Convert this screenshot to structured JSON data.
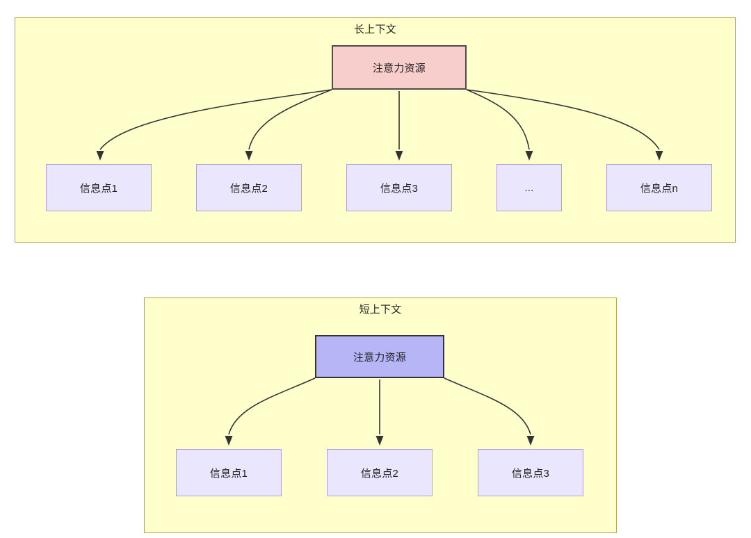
{
  "diagram": {
    "title_long": "长上下文",
    "title_short": "短上下文",
    "colors": {
      "group_fill": "#ffffcc",
      "group_border": "#b5a642",
      "root_pink_fill": "#f8cecc",
      "root_pink_border": "#4c4c4c",
      "root_blue_fill": "#b6b6f7",
      "root_blue_border": "#333333",
      "leaf_fill": "#e9e6fd",
      "leaf_border": "#b39ddb",
      "edge_stroke": "#333333",
      "text": "#1f1f1f"
    },
    "long_context": {
      "group_label": "长上下文",
      "root": {
        "label": "注意力资源"
      },
      "leaves": [
        {
          "label": "信息点1"
        },
        {
          "label": "信息点2"
        },
        {
          "label": "信息点3"
        },
        {
          "label": "..."
        },
        {
          "label": "信息点n"
        }
      ]
    },
    "short_context": {
      "group_label": "短上下文",
      "root": {
        "label": "注意力资源"
      },
      "leaves": [
        {
          "label": "信息点1"
        },
        {
          "label": "信息点2"
        },
        {
          "label": "信息点3"
        }
      ]
    }
  }
}
